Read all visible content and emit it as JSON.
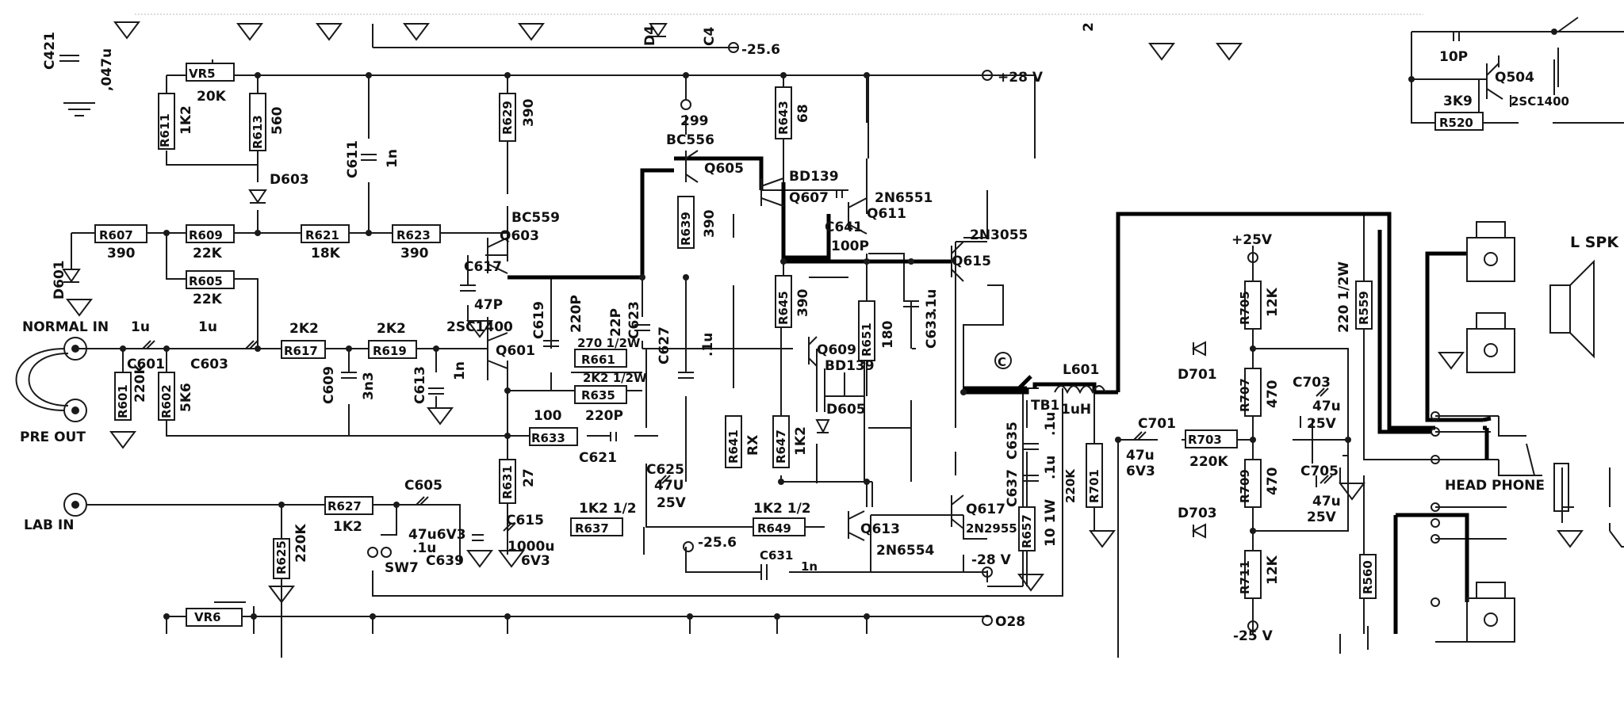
{
  "labels": {
    "c421": "C421",
    "c421_val": ",047u",
    "vr5": "VR5",
    "vr5_val": "20K",
    "r611": "R611",
    "r611_val": "1K2",
    "r613": "R613",
    "r613_val": "560",
    "d603": "D603",
    "c611": "C611",
    "c611_val": "1n",
    "r629": "R629",
    "r629_val": "390",
    "q605_v": "299",
    "bc556": "BC556",
    "q605": "Q605",
    "r643": "R643",
    "r643_val": "68",
    "bd139_a": "BD139",
    "q607": "Q607",
    "v28": "+28 V",
    "v256_top": "-25.6",
    "d4": "D4",
    "c4": "C4",
    "q611_type": "2N6551",
    "q611": "Q611",
    "c641": "C641",
    "c641_val": "100P",
    "q615_type": "2N3055",
    "q615": "Q615",
    "r607": "R607",
    "r607_val": "390",
    "r609": "R609",
    "r609_val": "22K",
    "r621": "R621",
    "r621_val": "18K",
    "r623": "R623",
    "r623_val": "390",
    "bc559": "BC559",
    "q603": "Q603",
    "d601": "D601",
    "r605": "R605",
    "r605_val": "22K",
    "c617": "C617",
    "c617_val": "47P",
    "r639": "R639",
    "r639_val": "390",
    "normal_in": "NORMAL IN",
    "c601_val": "1u",
    "c603_val": "1u",
    "c601": "C601",
    "c603": "C603",
    "k2_a": "2K2",
    "k2_b": "2K2",
    "r617": "R617",
    "r619": "R619",
    "q601_type": "2SC1400",
    "q601": "Q601",
    "c619": "C619",
    "c619_val": "220P",
    "c623": "C623",
    "c623_val": "22P",
    "r661_val": "270 1/2W",
    "r661": "R661",
    "r635_val": "2K2 1/2W",
    "r635": "R635",
    "c627": "C627",
    "c627_val": ".1u",
    "r645": "R645",
    "r645_val": "390",
    "r651": "R651",
    "r651_val": "180",
    "c633": "C633",
    "c633_val": ".1u",
    "q609": "Q609",
    "bd139_b": "BD139",
    "c_mark": "C",
    "pre_out": "PRE OUT",
    "r601": "R601",
    "r601_val": "220K",
    "r602": "R602",
    "r602_val": "5K6",
    "c609": "C609",
    "c609_val": "3n3",
    "c613": "C613",
    "c613_val": "1n",
    "r633_val": "100",
    "r633": "R633",
    "c621_val": "220P",
    "c621": "C621",
    "r641": "R641",
    "r641_val": "RX",
    "r647": "R647",
    "r647_val": "1K2",
    "d605": "D605",
    "c625": "C625",
    "c625_val": "47U",
    "c625_v": "25V",
    "r631": "R631",
    "r631_val": "27",
    "lab_in": "LAB IN",
    "r627": "R627",
    "r627_val": "1K2",
    "c605": "C605",
    "c605_val": "47u6V3",
    "c639_val": ".1u",
    "c639": "C639",
    "c615": "C615",
    "c615_val": "1000u",
    "c615_v": "6V3",
    "r637_val": "1K2 1/2",
    "r637": "R637",
    "r649_val": "1K2 1/2",
    "r649": "R649",
    "v256_mid": "-25.6",
    "q613": "Q613",
    "q613_type": "2N6554",
    "q617": "Q617",
    "q617_type": "2N2955",
    "v28n": "-28 V",
    "c631": "C631",
    "c631_val": "1n",
    "r625": "R625",
    "r625_val": "220K",
    "sw7": "SW7",
    "vr6": "VR6",
    "v28b": "O28",
    "tb1": "TB1",
    "l601": "L601",
    "l601_val": "1uH",
    "c635": "C635",
    "c635_val": ".1u",
    "c637": "C637",
    "c637_val": ".1u",
    "r657": "R657",
    "r657_val": "10 1W",
    "r701": "R701",
    "r701_val": "220K",
    "c701": "C701",
    "c701_val": "47u",
    "c701_v": "6V3",
    "v25p": "+25V",
    "r705": "R705",
    "r705_val": "12K",
    "d701": "D701",
    "r707": "R707",
    "r707_val": "470",
    "c703": "C703",
    "c703_val": "47u",
    "c703_v": "25V",
    "r703": "R703",
    "r703_val": "220K",
    "r709": "R709",
    "r709_val": "470",
    "c705": "C705",
    "c705_val": "47u",
    "c705_v": "25V",
    "d703": "D703",
    "r711": "R711",
    "r711_val": "12K",
    "v25n": "-25 V",
    "r559_val": "220 1/2W",
    "r559": "R559",
    "r560": "R560",
    "l_spk": "L SPK",
    "head_phone": "HEAD PHONE",
    "c10p": "10P",
    "q504": "Q504",
    "q504_type": "2SC1400",
    "r520_val": "3K9",
    "r520": "R520",
    "f2": "2"
  }
}
